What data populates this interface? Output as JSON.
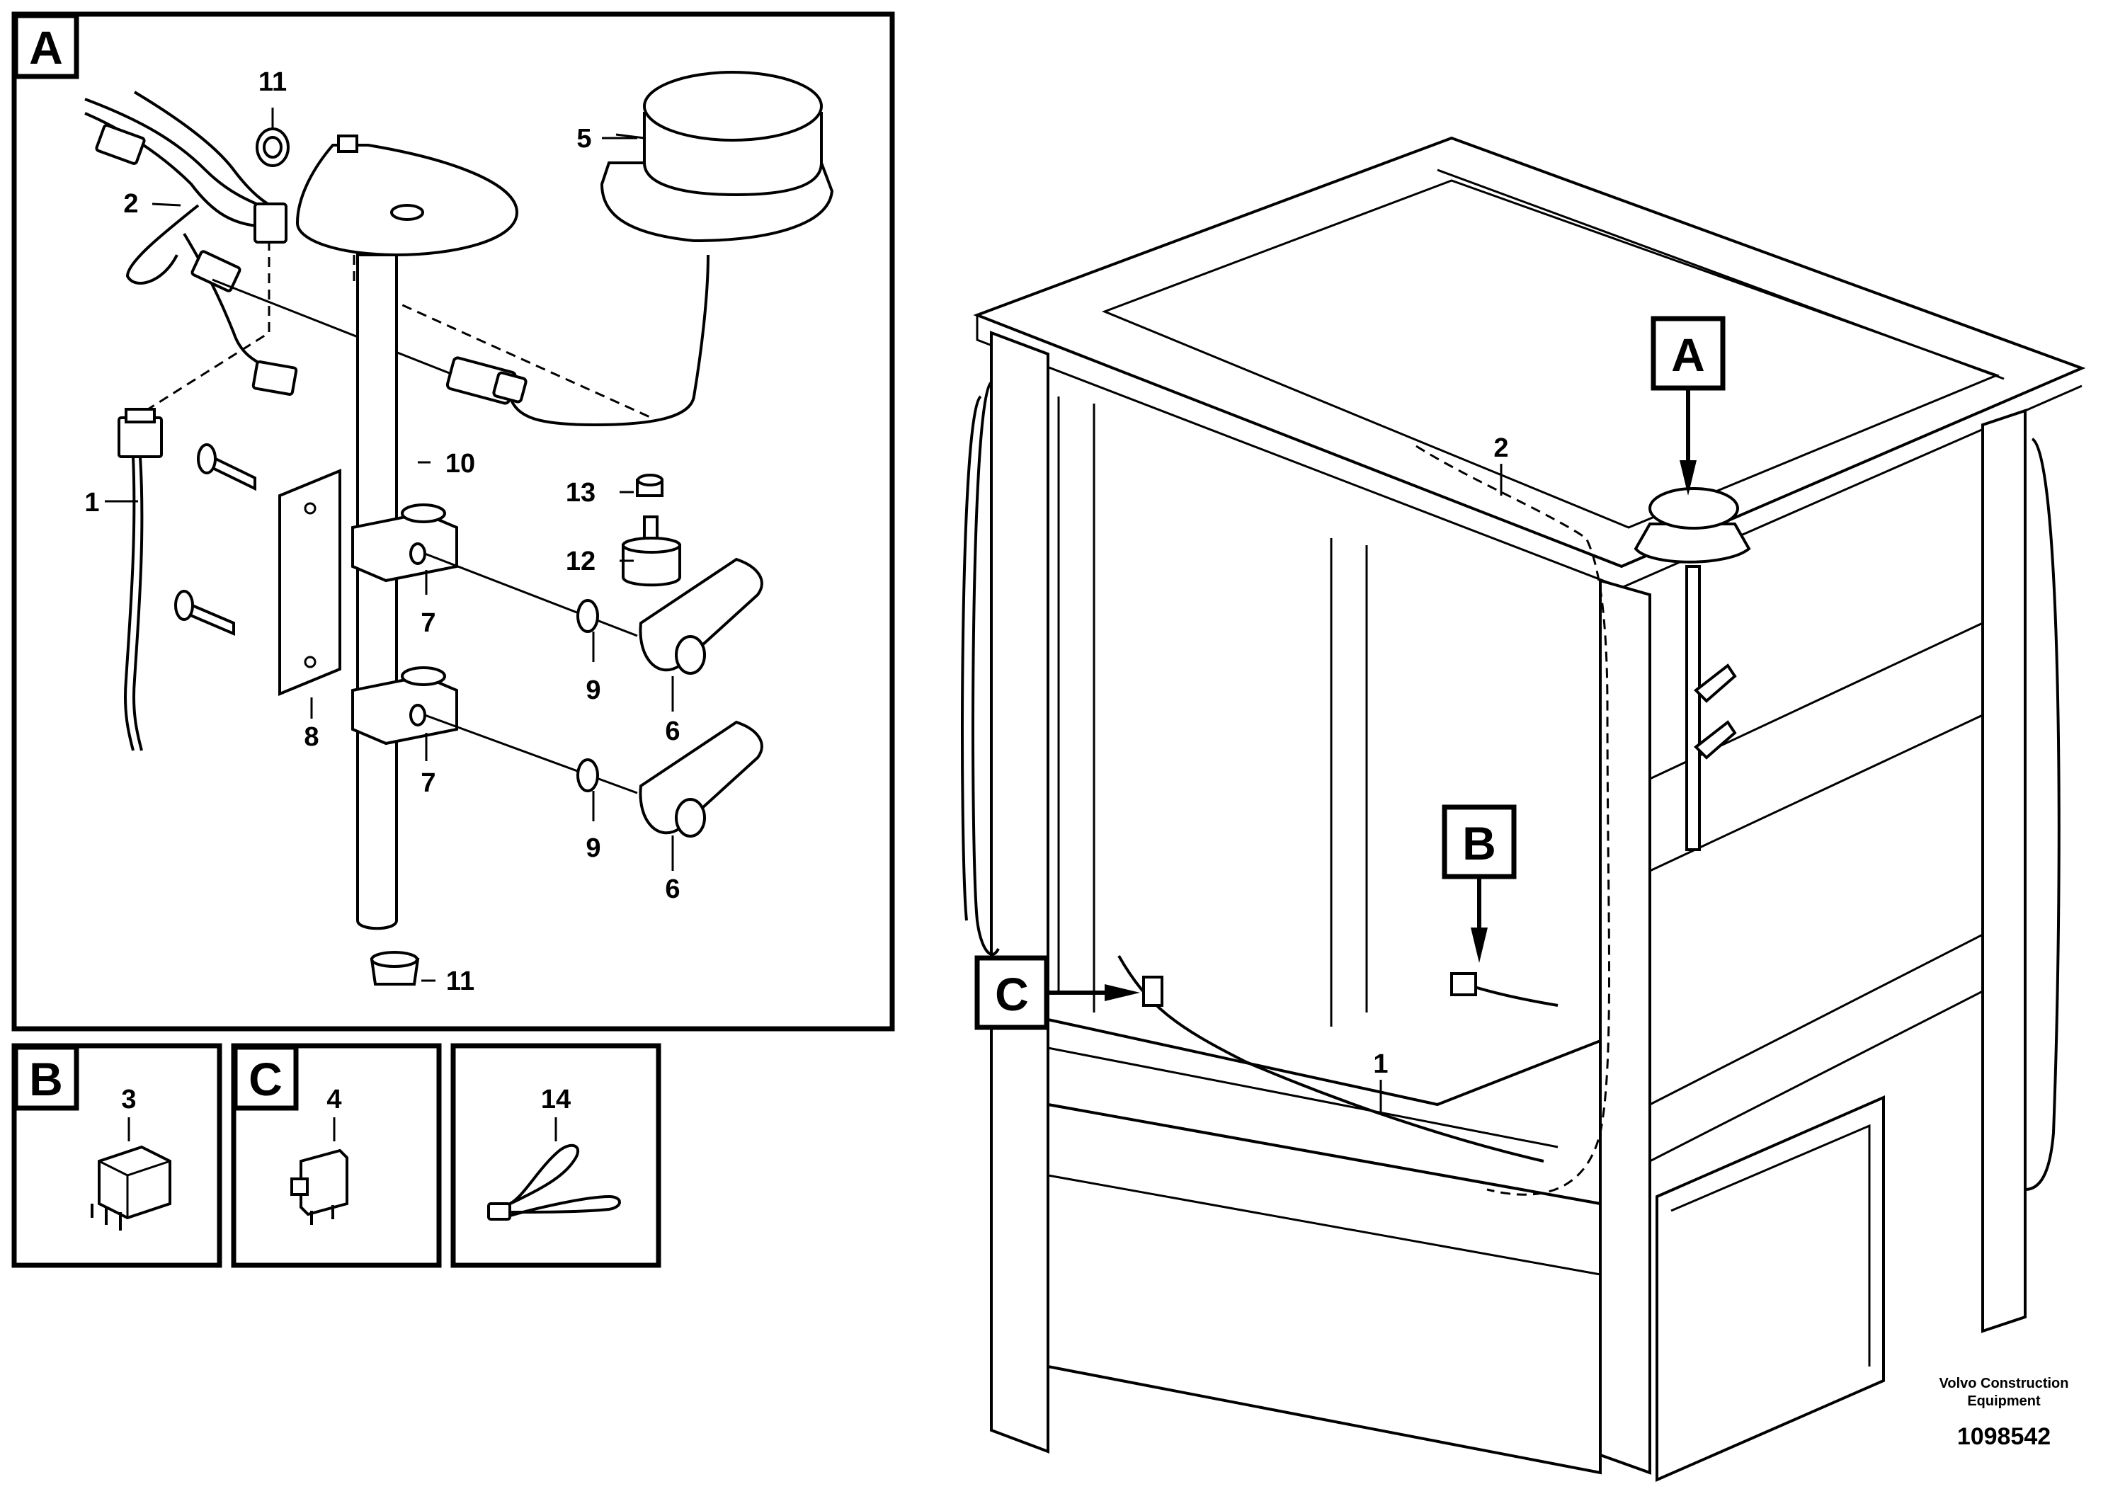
{
  "panels": {
    "A": {
      "letter": "A"
    },
    "B": {
      "letter": "B"
    },
    "C": {
      "letter": "C"
    },
    "tie": {
      "letter": ""
    }
  },
  "detail_a_labels": [
    "11",
    "5",
    "2",
    "10",
    "1",
    "13",
    "12",
    "7",
    "9",
    "6",
    "8",
    "7",
    "9",
    "6",
    "11"
  ],
  "detail_b_label": "3",
  "detail_c_label": "4",
  "detail_tie_label": "14",
  "cab_callouts": {
    "A": "A",
    "B": "B",
    "C": "C",
    "num_2": "2",
    "num_1": "1"
  },
  "footer": {
    "company_line1": "Volvo Construction",
    "company_line2": "Equipment",
    "drawing_number": "1098542"
  }
}
